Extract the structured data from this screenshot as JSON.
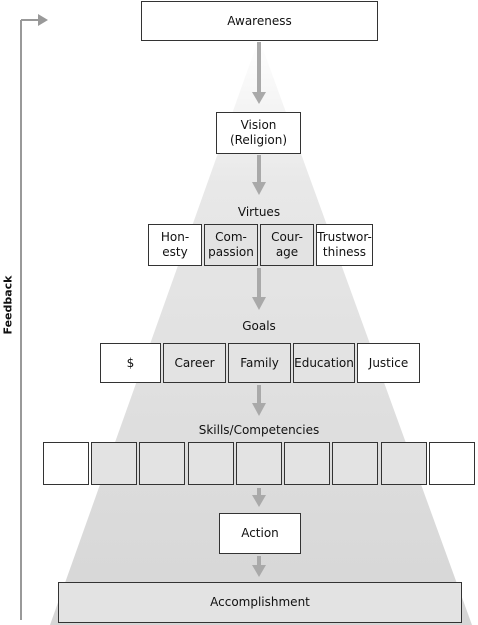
{
  "top": {
    "label": "Awareness"
  },
  "vision": {
    "line1": "Vision",
    "line2": "(Religion)"
  },
  "virtues": {
    "title": "Virtues",
    "items": [
      {
        "line1": "Hon-",
        "line2": "esty"
      },
      {
        "line1": "Com-",
        "line2": "passion"
      },
      {
        "line1": "Cour-",
        "line2": "age"
      },
      {
        "line1": "Trustwor-",
        "line2": "thiness"
      }
    ]
  },
  "goals": {
    "title": "Goals",
    "items": [
      "$",
      "Career",
      "Family",
      "Education",
      "Justice"
    ]
  },
  "skills": {
    "title": "Skills/Competencies",
    "box_count": 9
  },
  "action": {
    "label": "Action"
  },
  "accomplishment": {
    "label": "Accomplishment"
  },
  "feedback": {
    "label": "Feedback"
  },
  "colors": {
    "cone": "#dcdcdc",
    "arrow": "#a9a9a9",
    "grey_box": "#e3e3e3",
    "border": "#333333"
  }
}
